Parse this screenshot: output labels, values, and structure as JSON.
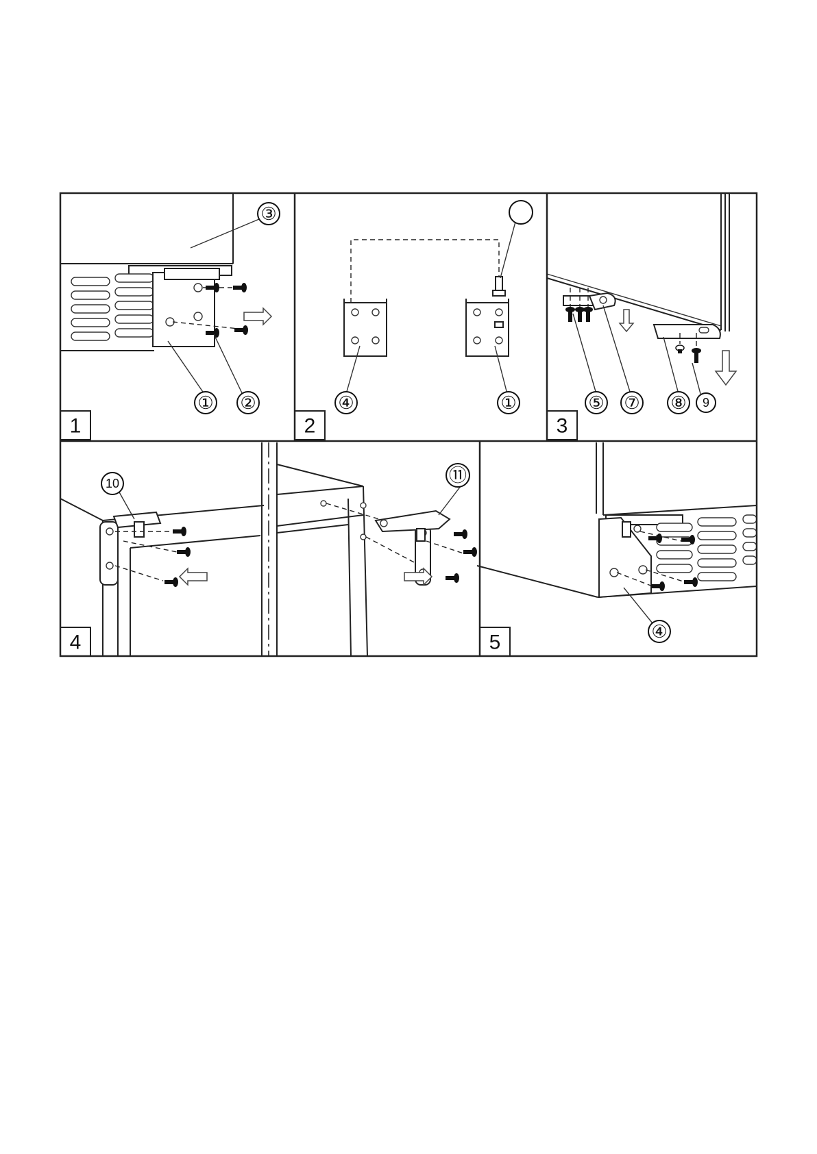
{
  "panels": [
    {
      "step": "1",
      "callouts": [
        "③",
        "①",
        "②"
      ]
    },
    {
      "step": "2",
      "callouts": [
        "",
        "④",
        "①"
      ]
    },
    {
      "step": "3",
      "callouts": [
        "⑤",
        "⑦",
        "⑧",
        "9"
      ]
    },
    {
      "step": "4",
      "callouts": [
        "10",
        "⑪"
      ]
    },
    {
      "step": "5",
      "callouts": [
        "④"
      ]
    }
  ]
}
